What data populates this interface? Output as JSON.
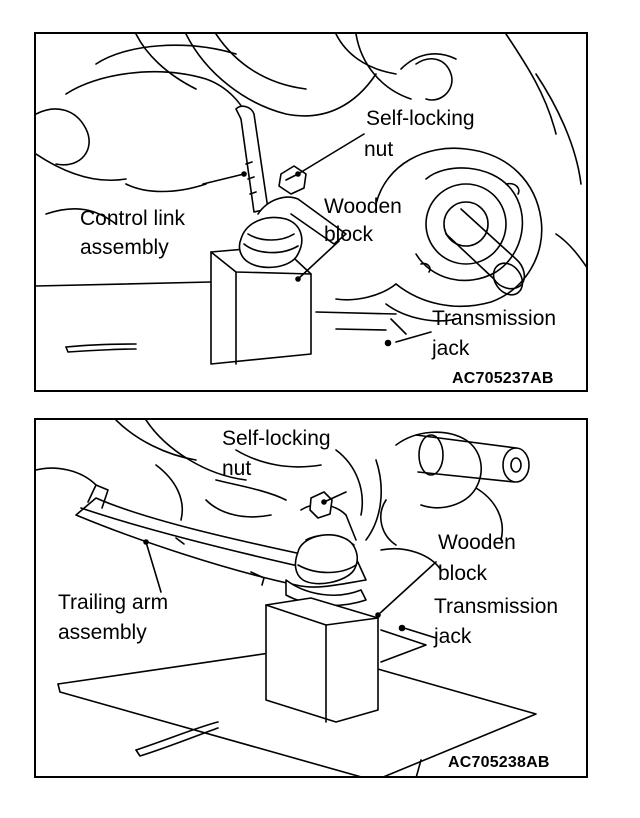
{
  "figure1": {
    "code": "AC705237AB",
    "labels": {
      "self_locking_1": "Self-locking",
      "self_locking_2": "nut",
      "control_link_1": "Control link",
      "control_link_2": "assembly",
      "wooden_1": "Wooden",
      "wooden_2": "block",
      "transmission_1": "Transmission",
      "transmission_2": "jack"
    }
  },
  "figure2": {
    "code": "AC705238AB",
    "labels": {
      "self_locking_1": "Self-locking",
      "self_locking_2": "nut",
      "trailing_arm_1": "Trailing arm",
      "trailing_arm_2": "assembly",
      "wooden_1": "Wooden",
      "wooden_2": "block",
      "transmission_1": "Transmission",
      "transmission_2": "jack"
    }
  }
}
